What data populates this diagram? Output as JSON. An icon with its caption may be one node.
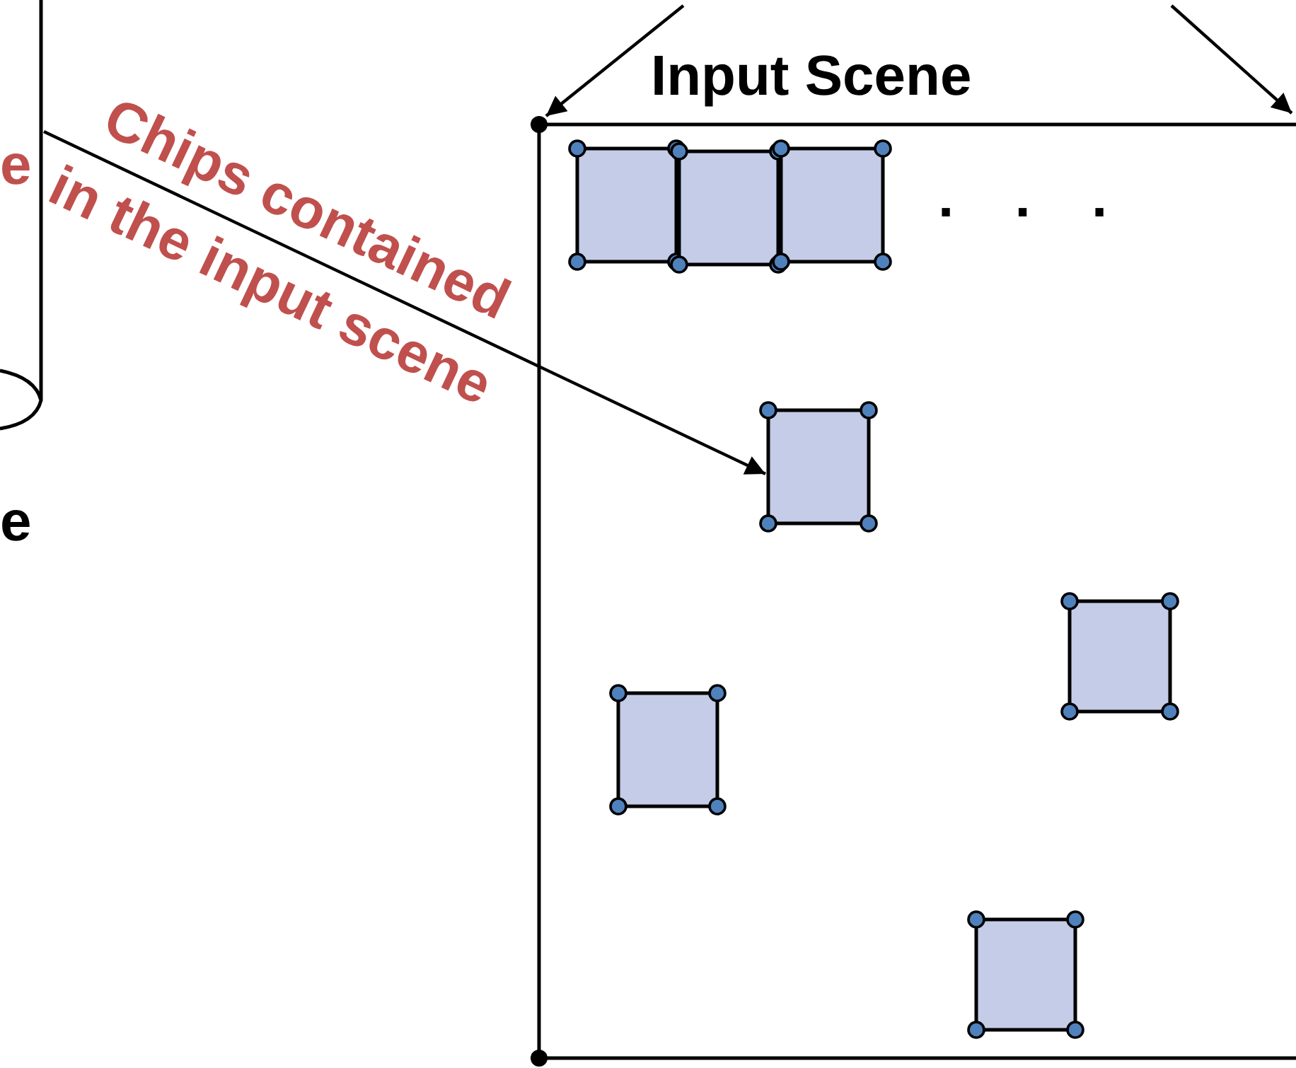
{
  "diagram": {
    "nodes": [
      {
        "text": [],
        "shape": "cylinder"
      },
      {
        "text": [
          "Input Scene"
        ]
      },
      {
        "text": [],
        "shape": "box",
        "in": 1
      },
      {
        "text": [],
        "shape": "box",
        "in": 1
      },
      {
        "text": [],
        "shape": "box",
        "in": 1
      },
      {
        "text": [],
        "shape": "box",
        "in": 1
      },
      {
        "text": [],
        "shape": "box",
        "in": 1
      },
      {
        "text": [],
        "shape": "box",
        "in": 1
      },
      {
        "text": [],
        "shape": "box",
        "in": 1
      }
    ],
    "edges": [
      {
        "from": 0,
        "to": 5,
        "arrow": "to",
        "label": "Chips contained in the input scene"
      },
      {
        "from": null,
        "to": 1,
        "arrow": "to"
      },
      {
        "from": null,
        "to": 1,
        "arrow": "to"
      }
    ],
    "labels": [
      "e",
      "e",
      ". . ."
    ]
  }
}
